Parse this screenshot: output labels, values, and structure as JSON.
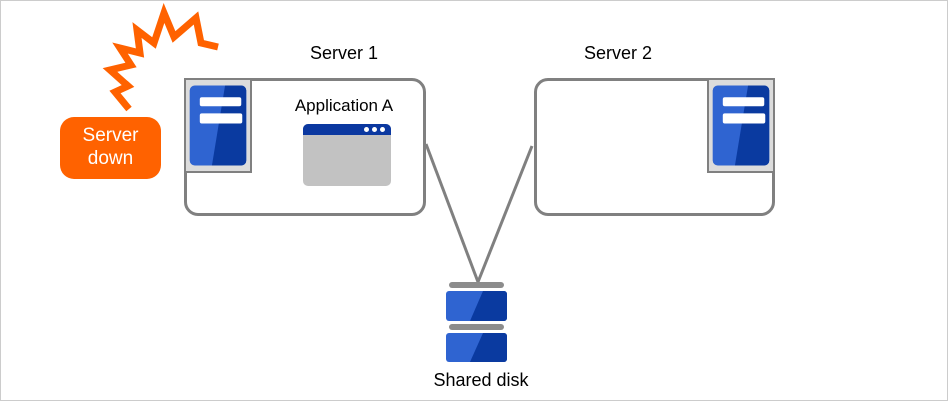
{
  "colors": {
    "canvas_border": "#cccccc",
    "accent_orange": "#ff6200",
    "node_border_gray": "#808080",
    "icon_frame_gray": "#dcdcdc",
    "server_blue_light": "#2f64d1",
    "server_blue_dark": "#0a3aa0",
    "window_title_blue": "#0b38a0",
    "window_body_gray": "#c2c2c2",
    "disk_bar_gray": "#8c8c8c",
    "connector_gray": "#808080"
  },
  "alert": {
    "label": "Server\ndown",
    "icon": "lightning-crack-icon"
  },
  "server1": {
    "title": "Server 1",
    "application_label": "Application A",
    "icons": [
      "tower-server-icon",
      "application-window-icon"
    ]
  },
  "server2": {
    "title": "Server 2",
    "icons": [
      "tower-server-icon"
    ]
  },
  "shared_disk": {
    "label": "Shared disk",
    "icon": "disk-stack-icon"
  }
}
